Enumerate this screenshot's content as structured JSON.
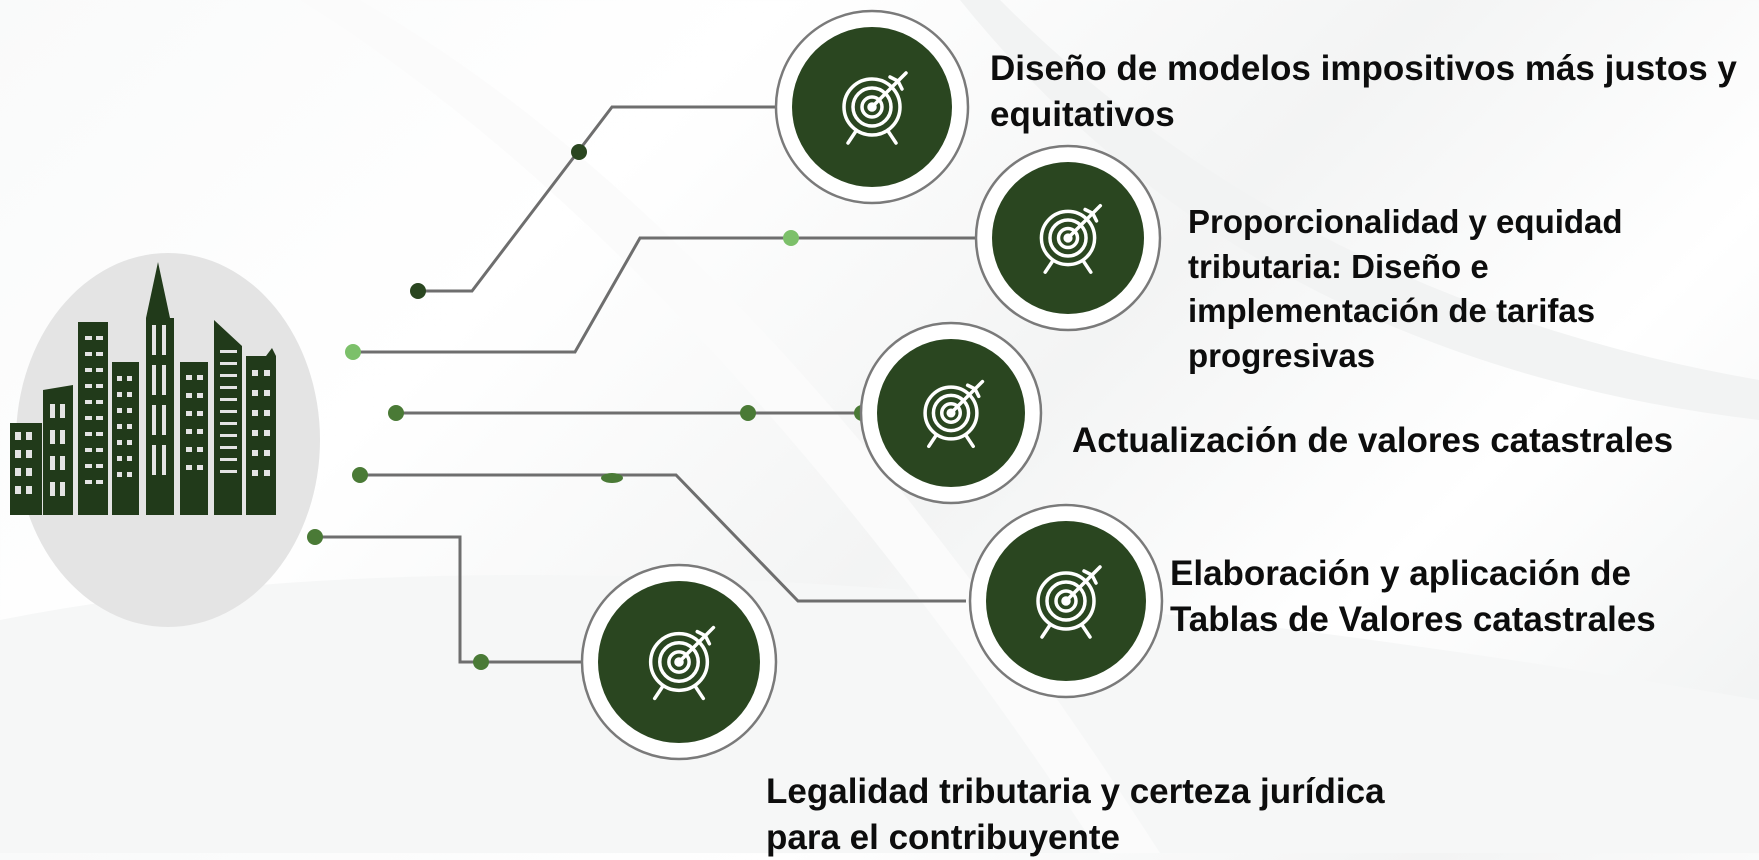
{
  "diagram": {
    "center_icon": "city-skyline-icon",
    "item_icon": "target-arrow-icon",
    "colors": {
      "dark_green": "#2a4620",
      "mid_green": "#4a7a36",
      "light_green": "#7cc06a",
      "connector": "#6e6e6e",
      "hub_circle": "#e4e4e4",
      "text": "#0d0d0d"
    },
    "items": [
      {
        "label": "Diseño de modelos impositivos más justos y equitativos"
      },
      {
        "label": "Proporcionalidad y equidad tributaria: Diseño e implementación de tarifas progresivas"
      },
      {
        "label": "Actualización de valores catastrales"
      },
      {
        "label": "Elaboración y aplicación de Tablas de Valores catastrales"
      },
      {
        "label": "Legalidad tributaria y certeza jurídica para el contribuyente"
      }
    ]
  }
}
